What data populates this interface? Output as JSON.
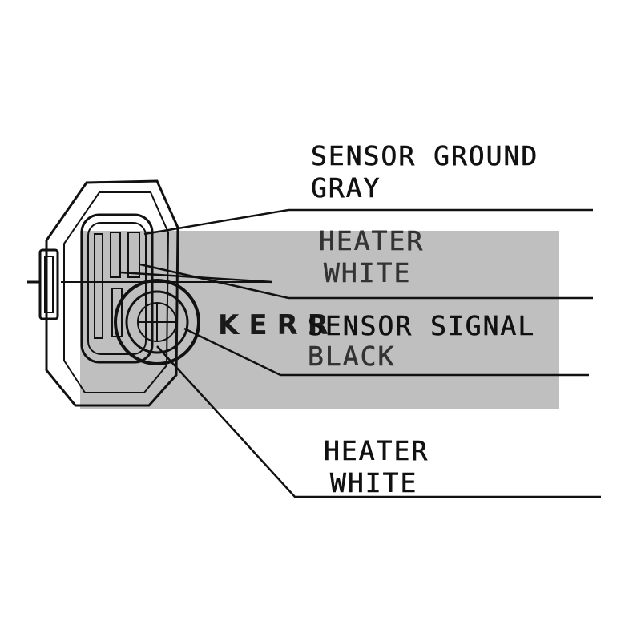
{
  "labels": {
    "sensor_ground": {
      "line1": "SENSOR GROUND",
      "line2": "GRAY"
    },
    "heater_top": {
      "line1": "HEATER",
      "line2": "WHITE"
    },
    "sensor_signal": {
      "line1": "SENSOR SIGNAL",
      "line2": "BLACK"
    },
    "heater_bottom": {
      "line1": "HEATER",
      "line2": "WHITE"
    }
  },
  "watermark": {
    "text": "KERR"
  },
  "colors": {
    "line": "#111111",
    "watermark_box": "#b4b4b4",
    "background": "#ffffff"
  }
}
